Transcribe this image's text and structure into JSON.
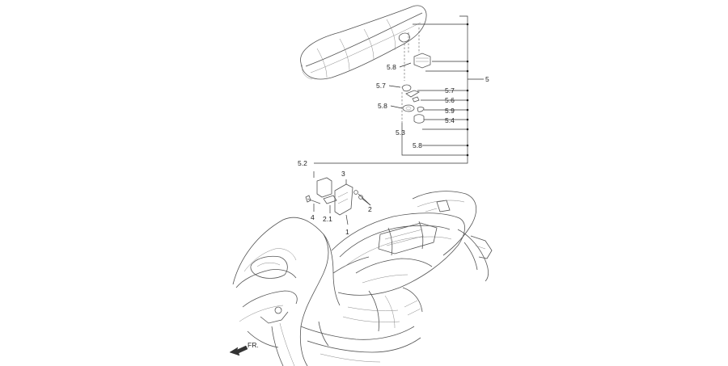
{
  "labels": {
    "l_5": "5",
    "l_5_8a": "5.8",
    "l_5_7a": "5.7",
    "l_5_7b": "5.7",
    "l_5_6": "5.6",
    "l_5_8b": "5.8",
    "l_5_9": "5.9",
    "l_5_4": "5.4",
    "l_5_3": "5.3",
    "l_5_8c": "5.8",
    "l_5_2": "5.2",
    "l_3": "3",
    "l_2": "2",
    "l_4": "4",
    "l_2_1": "2.1",
    "l_1": "1",
    "fr": "FR."
  },
  "colors": {
    "line": "#555555",
    "leader": "#333333",
    "text": "#222222",
    "background": "#ffffff"
  }
}
